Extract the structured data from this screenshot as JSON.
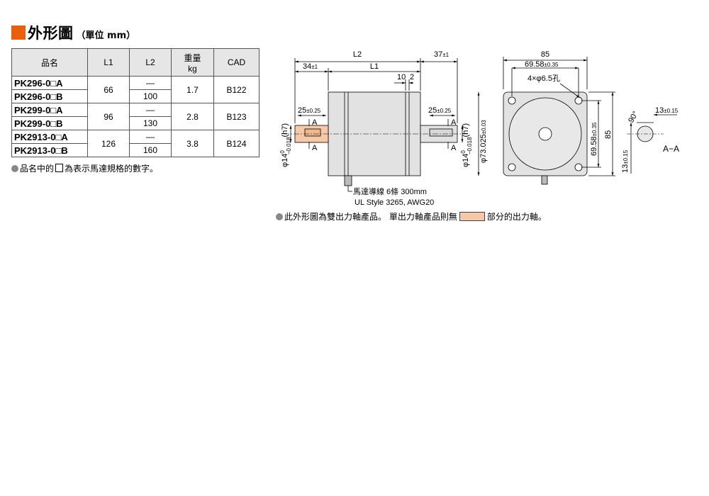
{
  "heading": {
    "title": "外形圖",
    "unit": "（單位 mm）"
  },
  "table": {
    "headers": [
      "品名",
      "L1",
      "L2",
      "重量\nkg",
      "CAD"
    ],
    "header_weight_top": "重量",
    "header_weight_bottom": "kg",
    "groups": [
      {
        "model_a": "PK296-0□A",
        "model_b": "PK296-0□B",
        "l1": "66",
        "l2_a": "—",
        "l2_b": "100",
        "weight": "1.7",
        "cad": "B122"
      },
      {
        "model_a": "PK299-0□A",
        "model_b": "PK299-0□B",
        "l1": "96",
        "l2_a": "—",
        "l2_b": "130",
        "weight": "2.8",
        "cad": "B123"
      },
      {
        "model_a": "PK2913-0□A",
        "model_b": "PK2913-0□B",
        "l1": "126",
        "l2_a": "—",
        "l2_b": "160",
        "weight": "3.8",
        "cad": "B124"
      }
    ]
  },
  "note1": {
    "before": "品名中的",
    "after": "為表示馬達規格的數字。"
  },
  "drawing": {
    "dim_l2": "L2",
    "dim_l1": "L1",
    "dim_37": "37",
    "tol_37": "±1",
    "dim_34": "34",
    "tol_34": "±1",
    "dim_10": "10",
    "dim_2": "2",
    "dim_25_left": "25",
    "dim_25_right": "25",
    "tol_25": "±0.25",
    "shaft_dia_left": "φ14",
    "shaft_dia_right": "φ14",
    "shaft_tol_upper": "0",
    "shaft_tol_lower": "−0.018",
    "shaft_fit": "(h7)",
    "pilot_dia": "φ73.025",
    "pilot_tol": "±0.03",
    "section_mark": "A",
    "lead_label": "馬達導線  6條  300mm",
    "lead_spec": "UL Style 3265, AWG20",
    "dim_85_top": "85",
    "dim_69_58": "69.58",
    "tol_69_58": "±0.35",
    "holes": "4×φ6.5孔",
    "dim_69_58_v": "69.58",
    "dim_85_v": "85",
    "angle": "90°",
    "key_13_h": "13",
    "tol_13": "±0.15",
    "key_13_v": "13",
    "section_label": "A−A"
  },
  "note2": {
    "before": "此外形圖為雙出力軸產品。 單出力軸產品則無",
    "after": "部分的出力軸。"
  },
  "colors": {
    "accent": "#e8600e",
    "shaft_fill": "#f5c8a8",
    "header_bg": "#e6e6e6",
    "body_gray": "#e2e2e2"
  }
}
